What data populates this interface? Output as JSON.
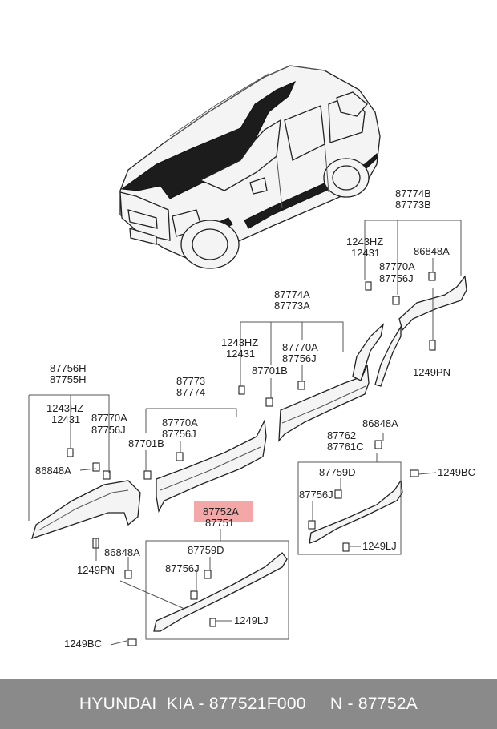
{
  "labels": {
    "l87774B": "87774B",
    "l87773B": "87773B",
    "l1243HZ_a": "1243HZ",
    "l12431_a": "12431",
    "l86848A_a": "86848A",
    "l87770A_a": "87770A",
    "l87756J_a": "87756J",
    "l1249PN_a": "1249PN",
    "l87774A": "87774A",
    "l87773A": "87773A",
    "l1243HZ_b": "1243HZ",
    "l12431_b": "12431",
    "l87770A_b": "87770A",
    "l87756J_b": "87756J",
    "l87701B_a": "87701B",
    "l87756H": "87756H",
    "l87755H": "87755H",
    "l1243HZ_c": "1243HZ",
    "l12431_c": "12431",
    "l87770A_c": "87770A",
    "l87756J_c": "87756J",
    "l86848A_c": "86848A",
    "l1249PN_c": "1249PN",
    "l87773": "87773",
    "l87774": "87774",
    "l87770A_d": "87770A",
    "l87756J_d": "87756J",
    "l87701B_b": "87701B",
    "l86848A_e": "86848A",
    "l87762": "87762",
    "l87761C": "87761C",
    "l87759D_e": "87759D",
    "l87756J_e": "87756J",
    "l1249BC_e": "1249BC",
    "l1249LJ_e": "1249LJ",
    "l87752A": "87752A",
    "l87751": "87751",
    "l86848A_f": "86848A",
    "l87759D_f": "87759D",
    "l87756J_f": "87756J",
    "l1249LJ_f": "1249LJ",
    "l1249BC_f": "1249BC"
  },
  "highlight_color": "#f4a7a7",
  "footer": {
    "brand": "HYUNDAI  KIA - 877521F000",
    "ref": "N - 87752A"
  }
}
